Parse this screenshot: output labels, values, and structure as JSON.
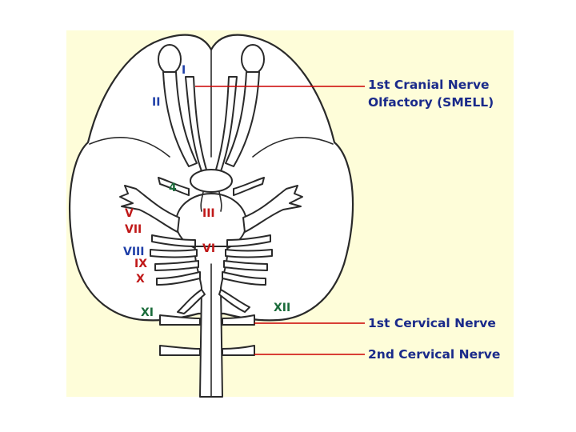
{
  "nerve_labels": {
    "I": "I",
    "II": "II",
    "IV": "4",
    "V": "V",
    "VII": "VII",
    "VIII": "VIII",
    "IX": "IX",
    "X": "X",
    "XI": "XI",
    "III": "III",
    "VI": "VI",
    "XII": "XII"
  },
  "callouts": {
    "olfactory_line1": "1st Cranial Nerve",
    "olfactory_line2": "Olfactory (SMELL)",
    "cervical1": "1st Cervical Nerve",
    "cervical2": "2nd Cervical Nerve"
  },
  "colors": {
    "background": "#fefdd9",
    "pointer": "#cc0000",
    "label_blue": "#1f3fa8",
    "label_red": "#c01818",
    "label_green": "#1a6b3a",
    "callout_text": "#1a2a8a"
  }
}
